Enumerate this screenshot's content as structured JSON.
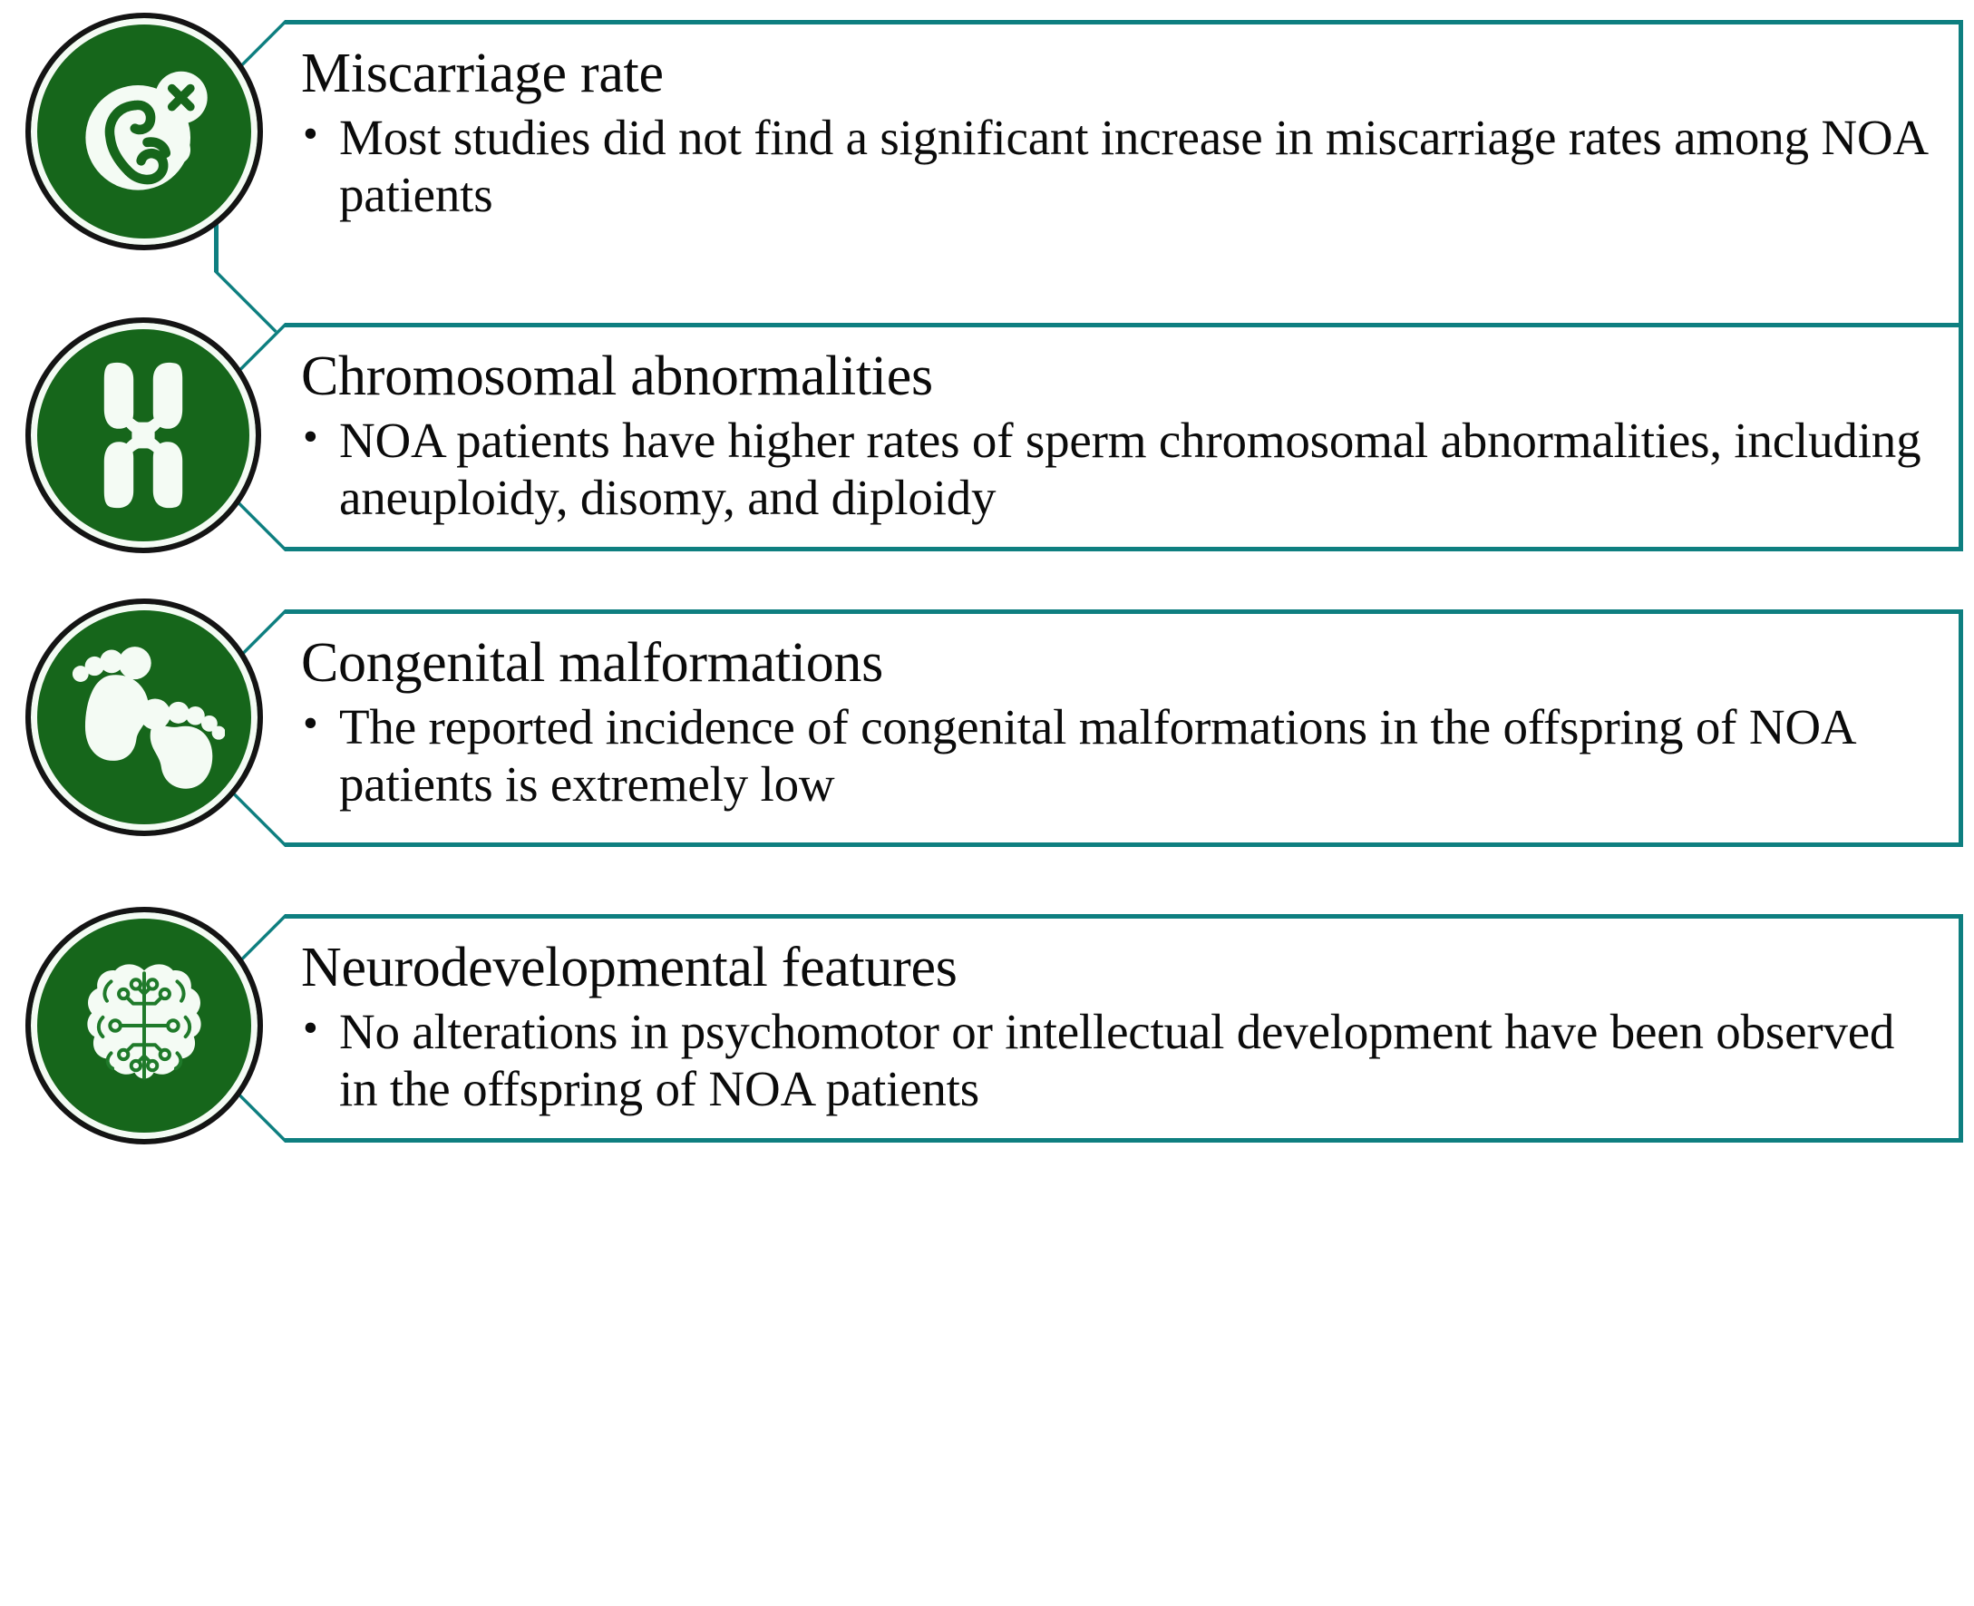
{
  "theme": {
    "accent_teal": "#0e7f80",
    "medallion_green": "#16661b",
    "medallion_ring": "#141414",
    "text_color": "#0b0b0b",
    "background": "#ffffff"
  },
  "sections": [
    {
      "id": "miscarriage-rate",
      "icon": "embryo-x-icon",
      "title": "Miscarriage rate",
      "bullets": [
        "Most studies did not find a significant increase in miscarriage rates among NOA patients"
      ]
    },
    {
      "id": "chromosomal-abnormalities",
      "icon": "chromosome-icon",
      "title": "Chromosomal abnormalities",
      "bullets": [
        "NOA patients have higher rates of sperm chromosomal abnormalities, including aneuploidy, disomy, and diploidy"
      ]
    },
    {
      "id": "congenital-malformations",
      "icon": "baby-footprints-icon",
      "title": "Congenital malformations",
      "bullets": [
        "The reported incidence of congenital malformations in the offspring of NOA patients is extremely low"
      ]
    },
    {
      "id": "neurodevelopmental-features",
      "icon": "brain-circuit-icon",
      "title": "Neurodevelopmental features",
      "bullets": [
        "No alterations in psychomotor or intellectual development have been observed in the offspring of NOA patients"
      ]
    }
  ]
}
